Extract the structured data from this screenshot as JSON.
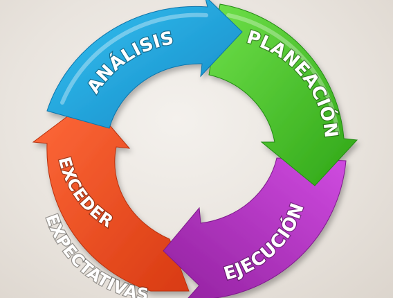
{
  "diagram": {
    "stages": [
      {
        "label": "ANÁLISIS",
        "color": "#1aa3dc"
      },
      {
        "label": "PLANEACIÓN",
        "color": "#4cc72d"
      },
      {
        "label": "EJECUCIÓN",
        "color": "#b32fc2"
      },
      {
        "label": "EXCEDER",
        "color": "#ee4a1f"
      },
      {
        "label": "EXPECTATIVAS",
        "color": "#ee4a1f"
      }
    ],
    "background": "#e9e4de"
  }
}
